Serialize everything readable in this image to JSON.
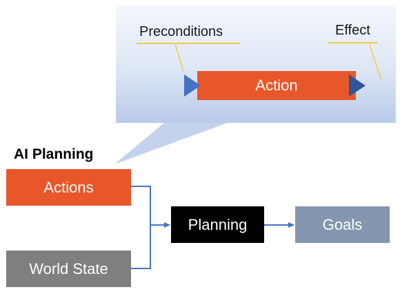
{
  "diagram": {
    "title": "AI Planning",
    "callout": {
      "preconditions_label": "Preconditions",
      "effect_label": "Effect",
      "action_label": "Action"
    },
    "nodes": {
      "actions": "Actions",
      "world_state": "World State",
      "planning": "Planning",
      "goals": "Goals"
    },
    "colors": {
      "orange": "#e8572a",
      "gray": "#7f7f7f",
      "black": "#000000",
      "slate": "#8496b0",
      "arrow_blue": "#4472c4",
      "highlight_yellow": "#f2c94c"
    }
  }
}
